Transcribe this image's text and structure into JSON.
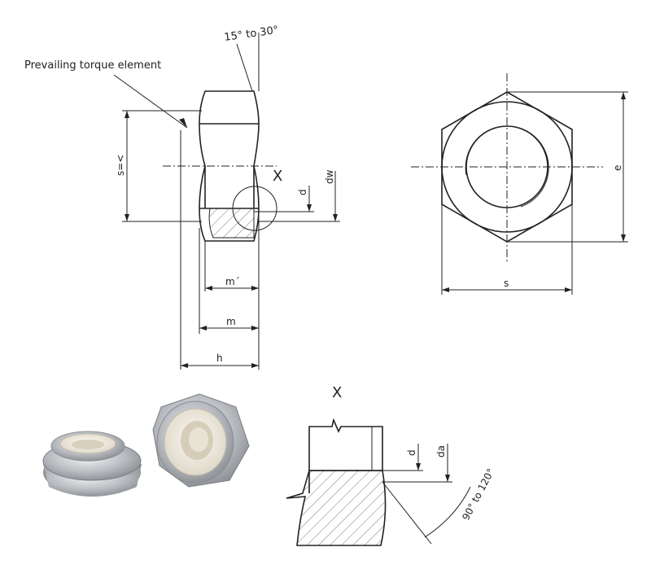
{
  "labels": {
    "prevailing": "Prevailing torque element",
    "angle_top": "15° to 30°",
    "s_eq": "s=<",
    "x_main": "X",
    "d": "d",
    "dw": "dw",
    "m_prime": "m´",
    "m": "m",
    "h": "h",
    "e": "e",
    "s": "s",
    "x_detail": "X",
    "d_detail": "d",
    "da": "da",
    "angle_detail": "90° to 120°"
  },
  "photo": {
    "description_icon": "nylon-lock-nut-photo",
    "metal_color": "#c9ccd0",
    "insert_color": "#f1ede4"
  }
}
